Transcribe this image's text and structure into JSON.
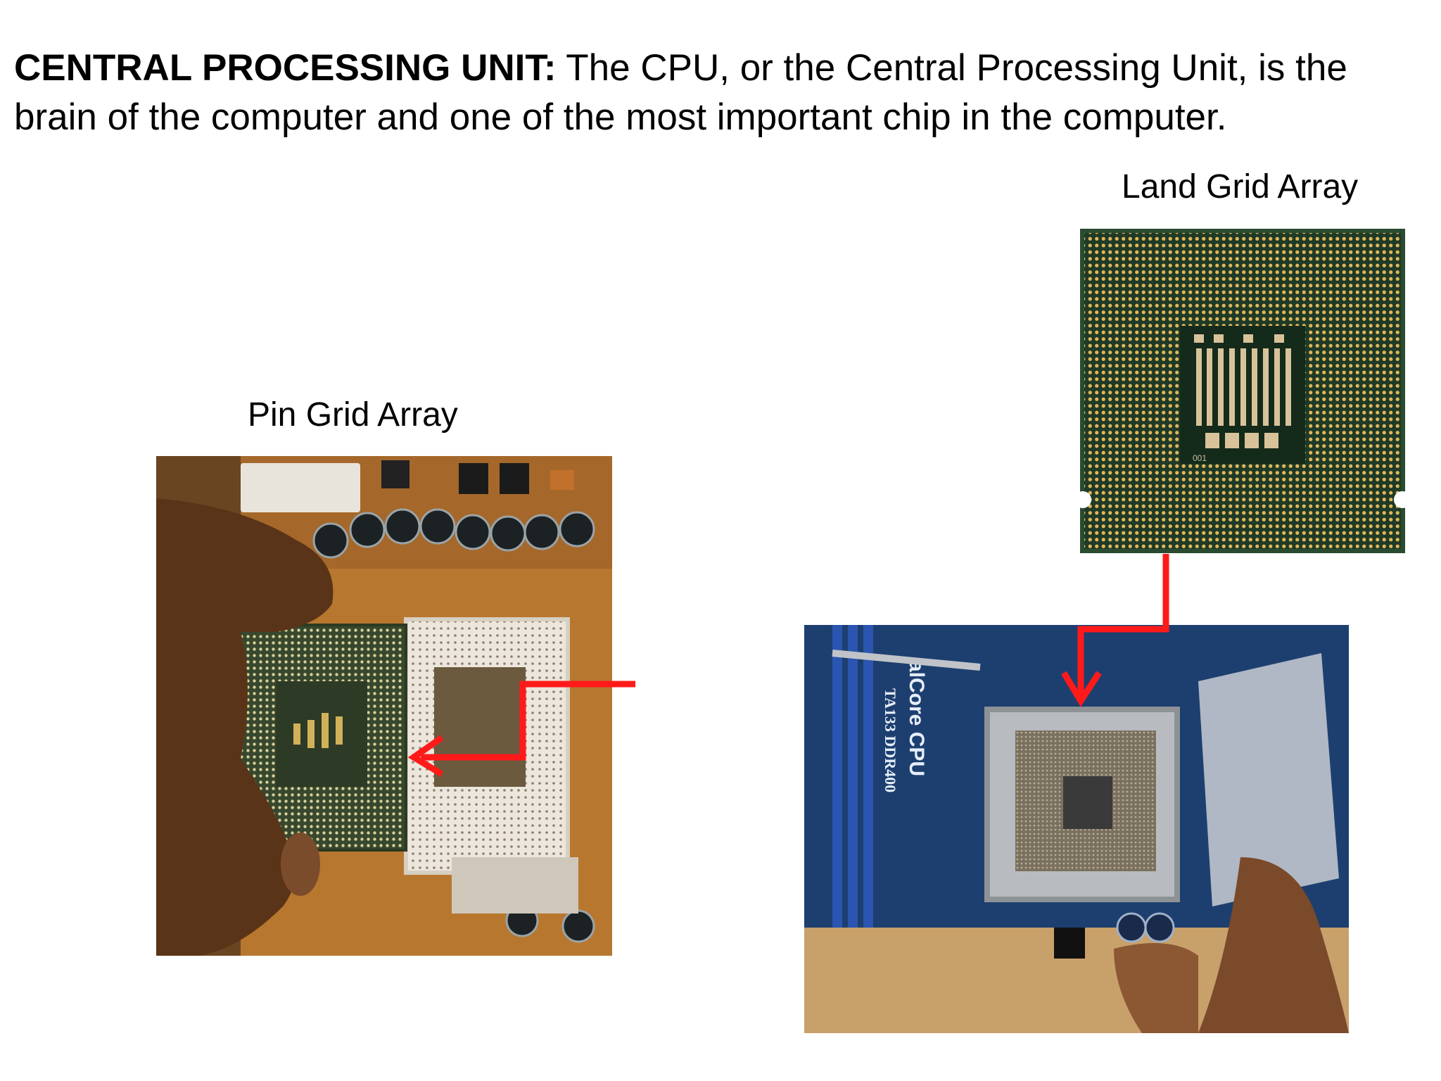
{
  "heading": {
    "bold": "CENTRAL PROCESSING UNIT:",
    "text": " The CPU, or the Central Processing Unit, is the brain of the computer and one of the most important chip in the computer."
  },
  "labels": {
    "pin_grid_array": "Pin Grid Array",
    "land_grid_array": "Land Grid Array"
  },
  "photos": {
    "chip_silk": "001",
    "board_text_1": "alCore CPU",
    "board_text_2": "TA133 DDR400"
  },
  "colors": {
    "arrow": "#ff1a1a",
    "pcb_green": "#1f3a26",
    "gold": "#d9b35a",
    "board_blue": "#1d3f70",
    "board_orange": "#c98a3a"
  }
}
